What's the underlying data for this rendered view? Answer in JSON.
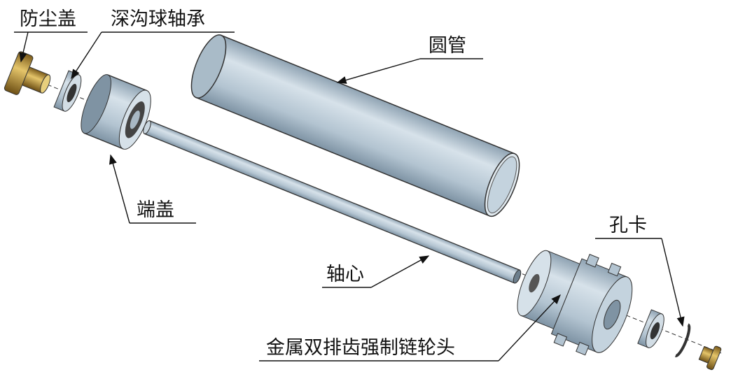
{
  "labels": {
    "dust_cap": "防尘盖",
    "deep_groove_bearing": "深沟球轴承",
    "round_tube": "圆管",
    "end_cap": "端盖",
    "shaft": "轴心",
    "circlip": "孔卡",
    "sprocket_head": "金属双排齿强制链轮头"
  },
  "colors": {
    "metal": "#b9c9d6",
    "metal_dark": "#7f93a3",
    "brass": "#c8a24a",
    "line": "#111111"
  }
}
